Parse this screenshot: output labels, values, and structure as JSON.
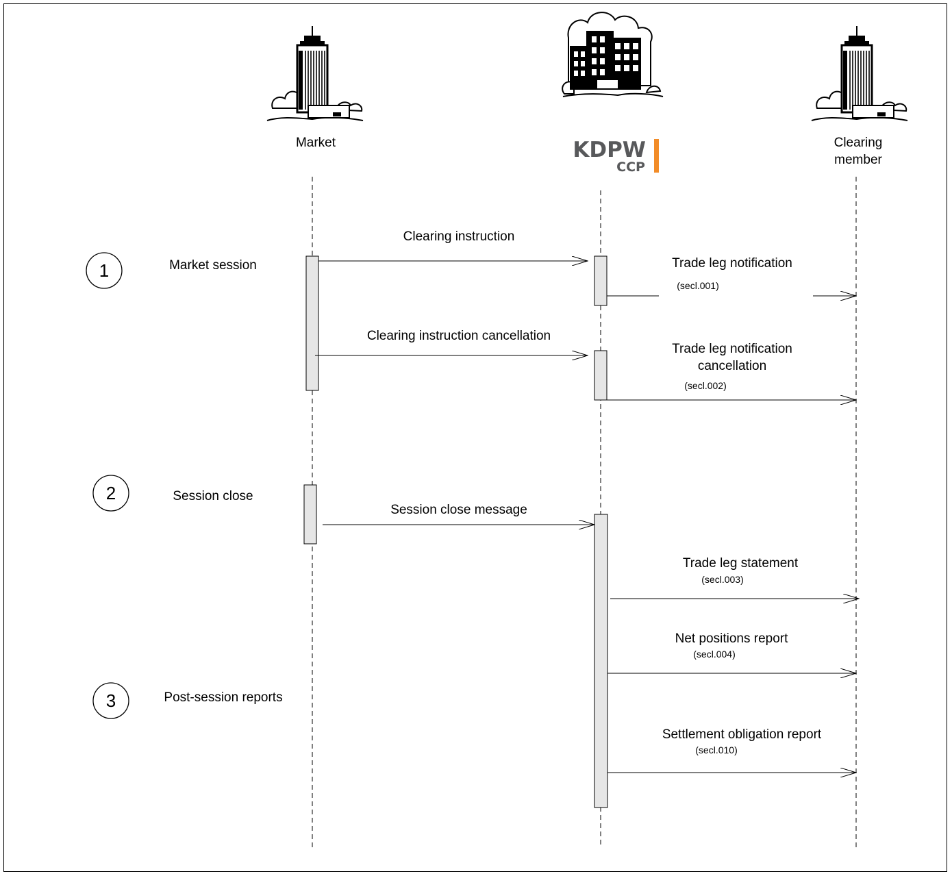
{
  "participants": {
    "market": "Market",
    "ccp_line1": "KDPW",
    "ccp_line2": "CCP",
    "clearing_line1": "Clearing",
    "clearing_line2": "member"
  },
  "logo_colors": {
    "text": "#58595b",
    "bar": "#f28c28"
  },
  "phases": [
    {
      "number": "1",
      "label": "Market session"
    },
    {
      "number": "2",
      "label": "Session close"
    },
    {
      "number": "3",
      "label": "Post-session reports"
    }
  ],
  "messages": {
    "clearing_instruction": "Clearing instruction",
    "trade_leg_notification": "Trade leg notification",
    "secl001": "(secl.001)",
    "clearing_instruction_cancellation": "Clearing instruction cancellation",
    "tln_cancel_line1": "Trade leg notification",
    "tln_cancel_line2": "cancellation",
    "secl002": "(secl.002)",
    "session_close_message": "Session close message",
    "trade_leg_statement": "Trade leg statement",
    "secl003": "(secl.003)",
    "net_positions_report": "Net positions report",
    "secl004": "(secl.004)",
    "settlement_obligation_report": "Settlement obligation report",
    "secl010": "(secl.010)"
  }
}
